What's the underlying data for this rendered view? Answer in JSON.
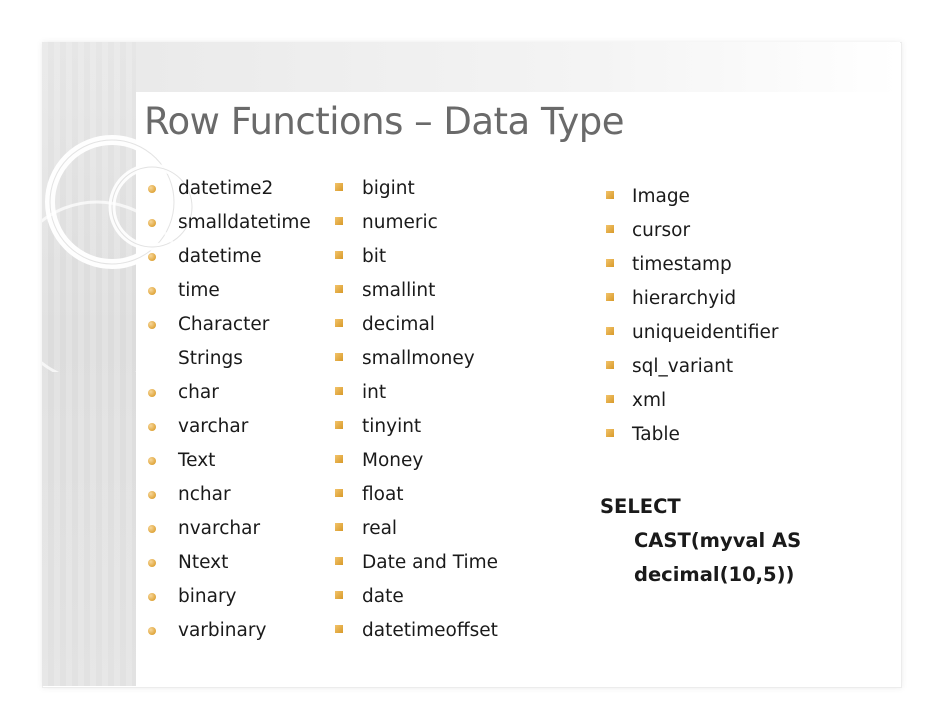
{
  "slide": {
    "title": "Row Functions – Data Type",
    "accent_color": "#e0a63c",
    "title_color": "#6a6a6a"
  },
  "column1": [
    {
      "text": "datetime2",
      "bullet": true
    },
    {
      "text": "smalldatetime",
      "bullet": true
    },
    {
      "text": "datetime",
      "bullet": true
    },
    {
      "text": "time",
      "bullet": true
    },
    {
      "text": "Character",
      "bullet": true
    },
    {
      "text": "Strings",
      "bullet": false
    },
    {
      "text": "char",
      "bullet": true
    },
    {
      "text": "varchar",
      "bullet": true
    },
    {
      "text": "Text",
      "bullet": true
    },
    {
      "text": "nchar",
      "bullet": true
    },
    {
      "text": "nvarchar",
      "bullet": true
    },
    {
      "text": "Ntext",
      "bullet": true
    },
    {
      "text": "binary",
      "bullet": true
    },
    {
      "text": "varbinary",
      "bullet": true
    }
  ],
  "column2": [
    "bigint",
    "numeric",
    "bit",
    "smallint",
    "decimal",
    "smallmoney",
    "int",
    "tinyint",
    "Money",
    "float",
    "real",
    "Date and Time",
    "date",
    "datetimeoffset"
  ],
  "column3": [
    "Image",
    "cursor",
    "timestamp",
    "hierarchyid",
    "uniqueidentifier",
    "sql_variant",
    "xml",
    "Table"
  ],
  "sql_example": {
    "line1": "SELECT",
    "line2": "CAST(myval AS",
    "line3": "decimal(10,5))"
  }
}
